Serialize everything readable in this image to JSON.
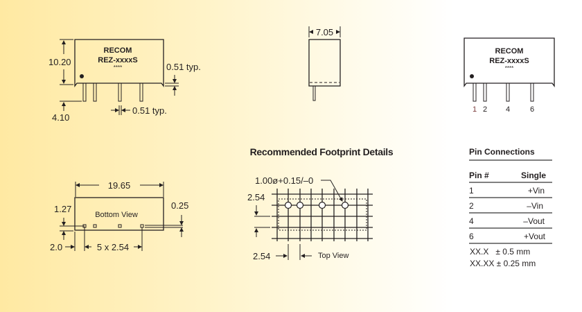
{
  "front_view": {
    "brand": "RECOM",
    "model": "REZ-xxxxS",
    "marking": "****",
    "dim_height": "10.20",
    "dim_pin_length": "4.10",
    "dim_pin_thickness": "0.51 typ.",
    "dim_pin_width": "0.51 typ."
  },
  "side_view": {
    "dim_width": "7.05"
  },
  "pinout_view": {
    "brand": "RECOM",
    "model": "REZ-xxxxS",
    "marking": "****",
    "pin_labels": [
      "1",
      "2",
      "4",
      "6"
    ]
  },
  "bottom_view": {
    "label": "Bottom View",
    "dim_length": "19.65",
    "dim_pin_offset_y": "1.27",
    "dim_standoff": "0.25",
    "dim_pin_offset_x": "2.0",
    "dim_pitch": "5 x 2.54"
  },
  "footprint": {
    "title": "Recommended Footprint Details",
    "hole_dim": "1.00ø+0.15/–0",
    "grid_v": "2.54",
    "grid_h": "2.54",
    "label": "Top View"
  },
  "pin_connections": {
    "title": "Pin Connections",
    "headers": [
      "Pin #",
      "Single"
    ],
    "rows": [
      {
        "pin": "1",
        "func": "+Vin"
      },
      {
        "pin": "2",
        "func": "–Vin"
      },
      {
        "pin": "4",
        "func": "–Vout"
      },
      {
        "pin": "6",
        "func": "+Vout"
      }
    ],
    "tolerances": [
      "XX.X   ± 0.5 mm",
      "XX.XX ± 0.25 mm"
    ]
  }
}
